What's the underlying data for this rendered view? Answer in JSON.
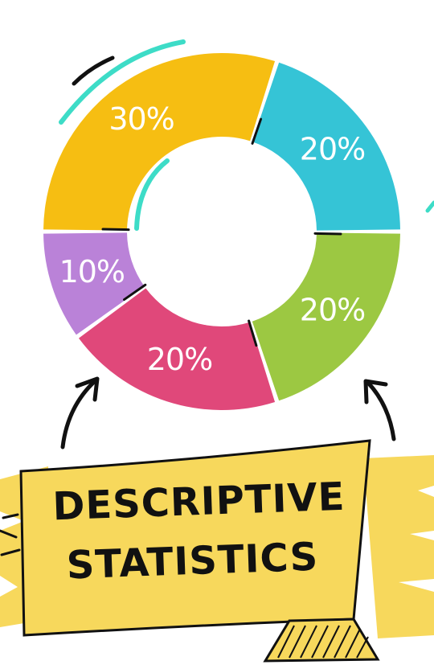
{
  "chart_data": {
    "type": "pie",
    "variant": "donut",
    "slices": [
      {
        "label": "30%",
        "value": 30,
        "color": "#F6BE12"
      },
      {
        "label": "20%",
        "value": 20,
        "color": "#35C4D6"
      },
      {
        "label": "20%",
        "value": 20,
        "color": "#9CC842"
      },
      {
        "label": "20%",
        "value": 20,
        "color": "#E0487A"
      },
      {
        "label": "10%",
        "value": 10,
        "color": "#BA82D8"
      }
    ]
  },
  "banner": {
    "line1": "DESCRIPTIVE",
    "line2": "STATISTICS",
    "color": "#F7D85C"
  },
  "accent_colors": {
    "stroke": "#111111",
    "highlight": "#3DDCC7"
  }
}
